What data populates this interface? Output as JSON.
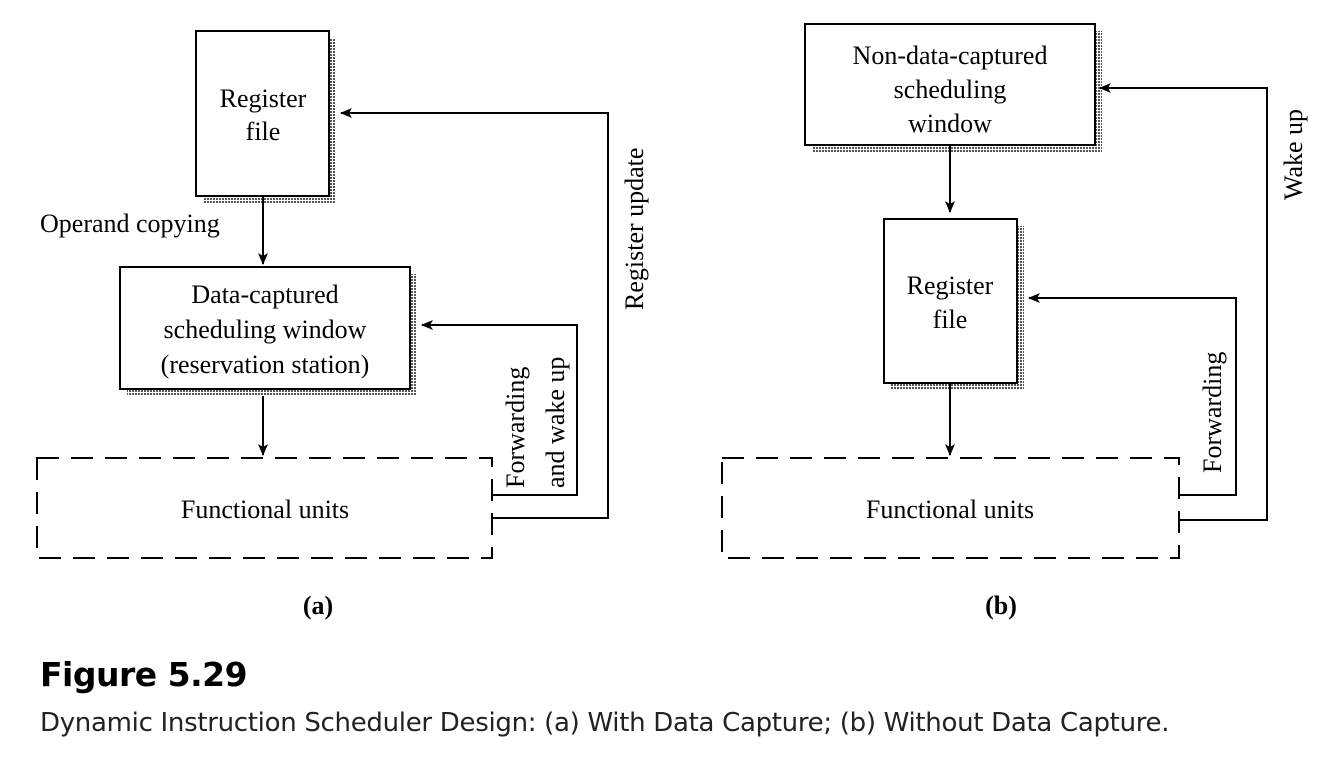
{
  "panel_a": {
    "register_file": [
      "Register",
      "file"
    ],
    "operand_copying": "Operand copying",
    "scheduling_window": [
      "Data-captured",
      "scheduling window",
      "(reservation station)"
    ],
    "functional_units": "Functional units",
    "forwarding_wakeup": [
      "Forwarding",
      "and wake up"
    ],
    "register_update": "Register update",
    "label": "(a)"
  },
  "panel_b": {
    "scheduling_window": [
      "Non-data-captured",
      "scheduling",
      "window"
    ],
    "register_file": [
      "Register",
      "file"
    ],
    "functional_units": "Functional units",
    "forwarding": "Forwarding",
    "wake_up": "Wake up",
    "label": "(b)"
  },
  "caption": {
    "title": "Figure 5.29",
    "text": "Dynamic Instruction Scheduler Design: (a) With Data Capture; (b) Without Data Capture."
  }
}
